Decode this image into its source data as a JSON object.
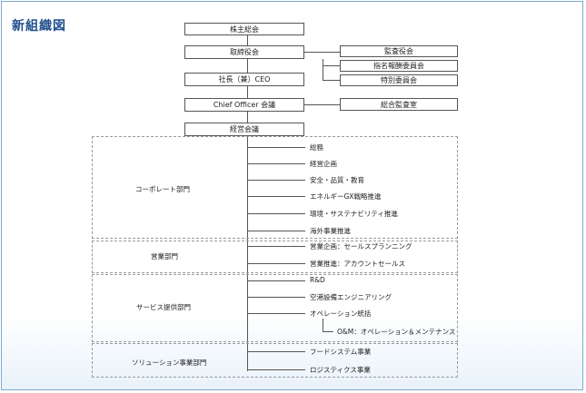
{
  "title": "新組織図",
  "top_boxes": {
    "shareholders": "株主総会",
    "board": "取締役会",
    "ceo": "社長（兼）CEO",
    "chief_officer": "Chief Officer 会議",
    "management": "経営会議"
  },
  "right_boxes": {
    "audit": "監査役会",
    "nomination": "指名報酬委員会",
    "special": "特別委員会",
    "internal_audit": "総合監査室"
  },
  "divisions": [
    {
      "name": "コーポレート部門",
      "departments": [
        "総務",
        "経営企画",
        "安全・品質・教育",
        "エネルギーGX戦略推進",
        "環境・サステナビリティ推進",
        "海外事業推進"
      ]
    },
    {
      "name": "営業部門",
      "departments": [
        "営業企画：セールスプランニング",
        "営業推進：アカウントセールス"
      ]
    },
    {
      "name": "サービス提供部門",
      "departments": [
        "R&D",
        "空港設備エンジニアリング",
        "オペレーション統括"
      ],
      "sub_department": "O&M：オペレーション＆メンテナンス"
    },
    {
      "name": "ソリューション事業部門",
      "departments": [
        "フードシステム事業",
        "ロジスティクス事業"
      ]
    }
  ]
}
